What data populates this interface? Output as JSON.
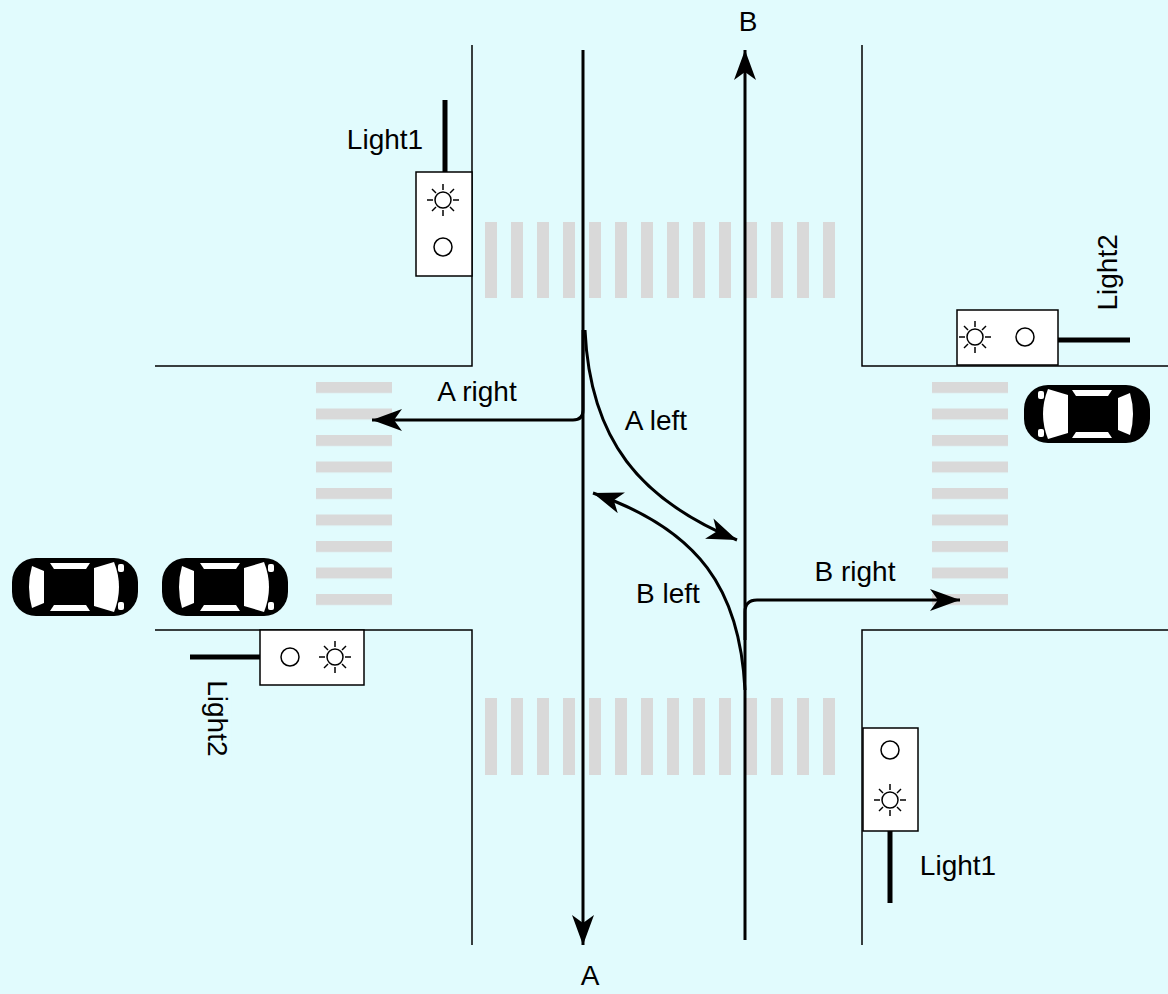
{
  "diagram": {
    "labels": [
      "B",
      "A",
      "Light1",
      "Light1",
      "Light2",
      "Light2",
      "A right",
      "A left",
      "B left",
      "B right"
    ]
  }
}
